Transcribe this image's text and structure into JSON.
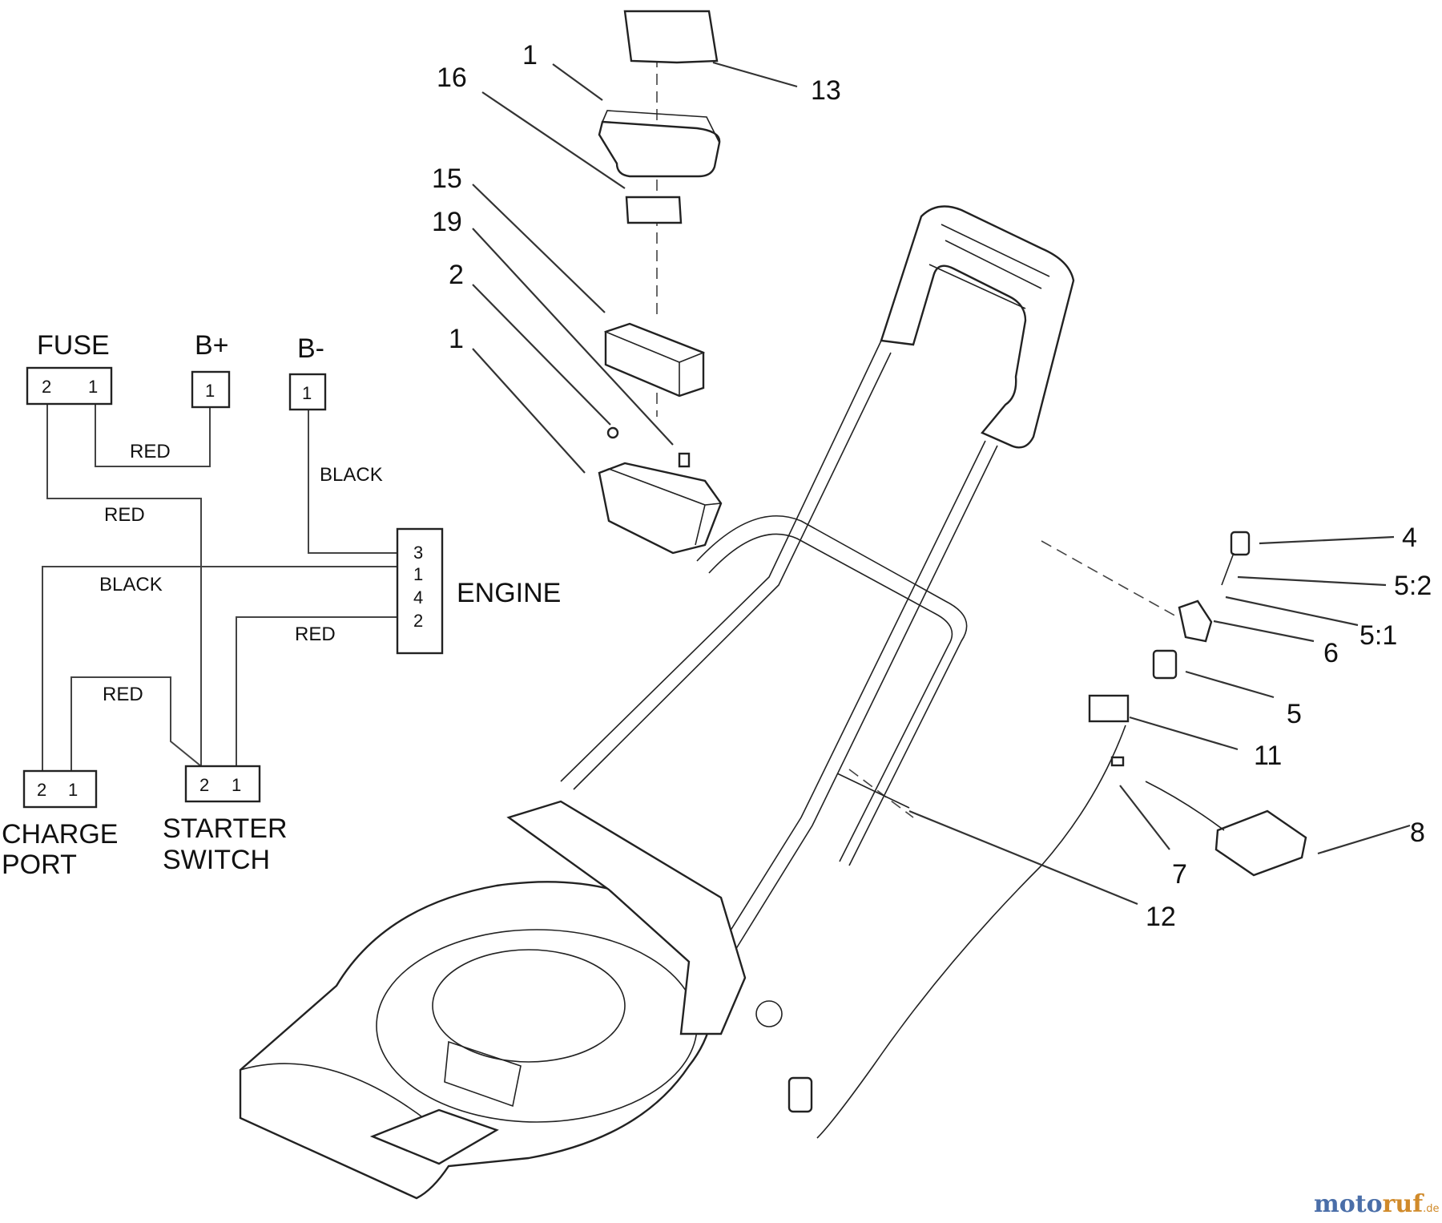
{
  "schematic": {
    "fuse_label": "FUSE",
    "fuse_pins": [
      "2",
      "1"
    ],
    "bplus_label": "B+",
    "bplus_pin": "1",
    "bminus_label": "B-",
    "bminus_pin": "1",
    "engine_label": "ENGINE",
    "engine_pins": [
      "3",
      "1",
      "4",
      "2"
    ],
    "charge_port_label": [
      "CHARGE",
      "PORT"
    ],
    "charge_port_pins": [
      "2",
      "1"
    ],
    "starter_switch_label": [
      "STARTER",
      "SWITCH"
    ],
    "starter_switch_pins": [
      "2",
      "1"
    ],
    "wire_labels": {
      "fuse_to_bplus": "RED",
      "fuse_to_starter": "RED",
      "bminus_to_engine": "BLACK",
      "engine_to_charge": "BLACK",
      "engine_to_starter": "RED",
      "charge_to_starter": "RED"
    }
  },
  "callouts": [
    "1",
    "16",
    "13",
    "15",
    "19",
    "2",
    "1",
    "4",
    "5:2",
    "5:1",
    "6",
    "5",
    "11",
    "7",
    "8",
    "12"
  ],
  "watermark": {
    "part1": "moto",
    "part2": "ruf",
    "suffix": ".de"
  }
}
